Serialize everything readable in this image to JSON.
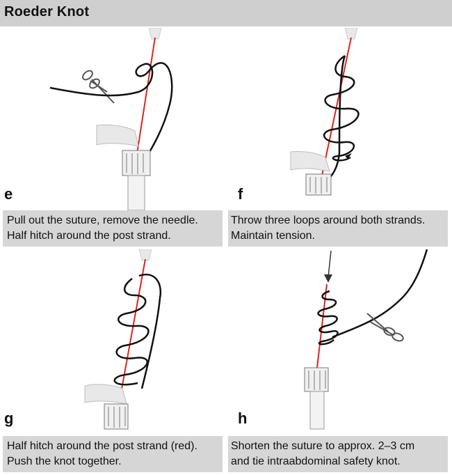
{
  "header": {
    "title": "Roeder Knot"
  },
  "panels": [
    {
      "letter": "e",
      "caption_line1": "Pull out the suture, remove the needle.",
      "caption_line2": "Half hitch around the post strand."
    },
    {
      "letter": "f",
      "caption_line1": "Throw three loops around both strands.",
      "caption_line2": "Maintain tension."
    },
    {
      "letter": "g",
      "caption_line1": "Half hitch around the post strand (red).",
      "caption_line2": "Push the knot together."
    },
    {
      "letter": "h",
      "caption_line1": "Shorten the suture to approx. 2–3 cm",
      "caption_line2": "and tie intraabdominal safety knot."
    }
  ],
  "colors": {
    "post_strand": "#e0231c",
    "suture": "#111111",
    "title_bar": "#cfcfcf",
    "caption_bg": "#d6d6d6"
  }
}
